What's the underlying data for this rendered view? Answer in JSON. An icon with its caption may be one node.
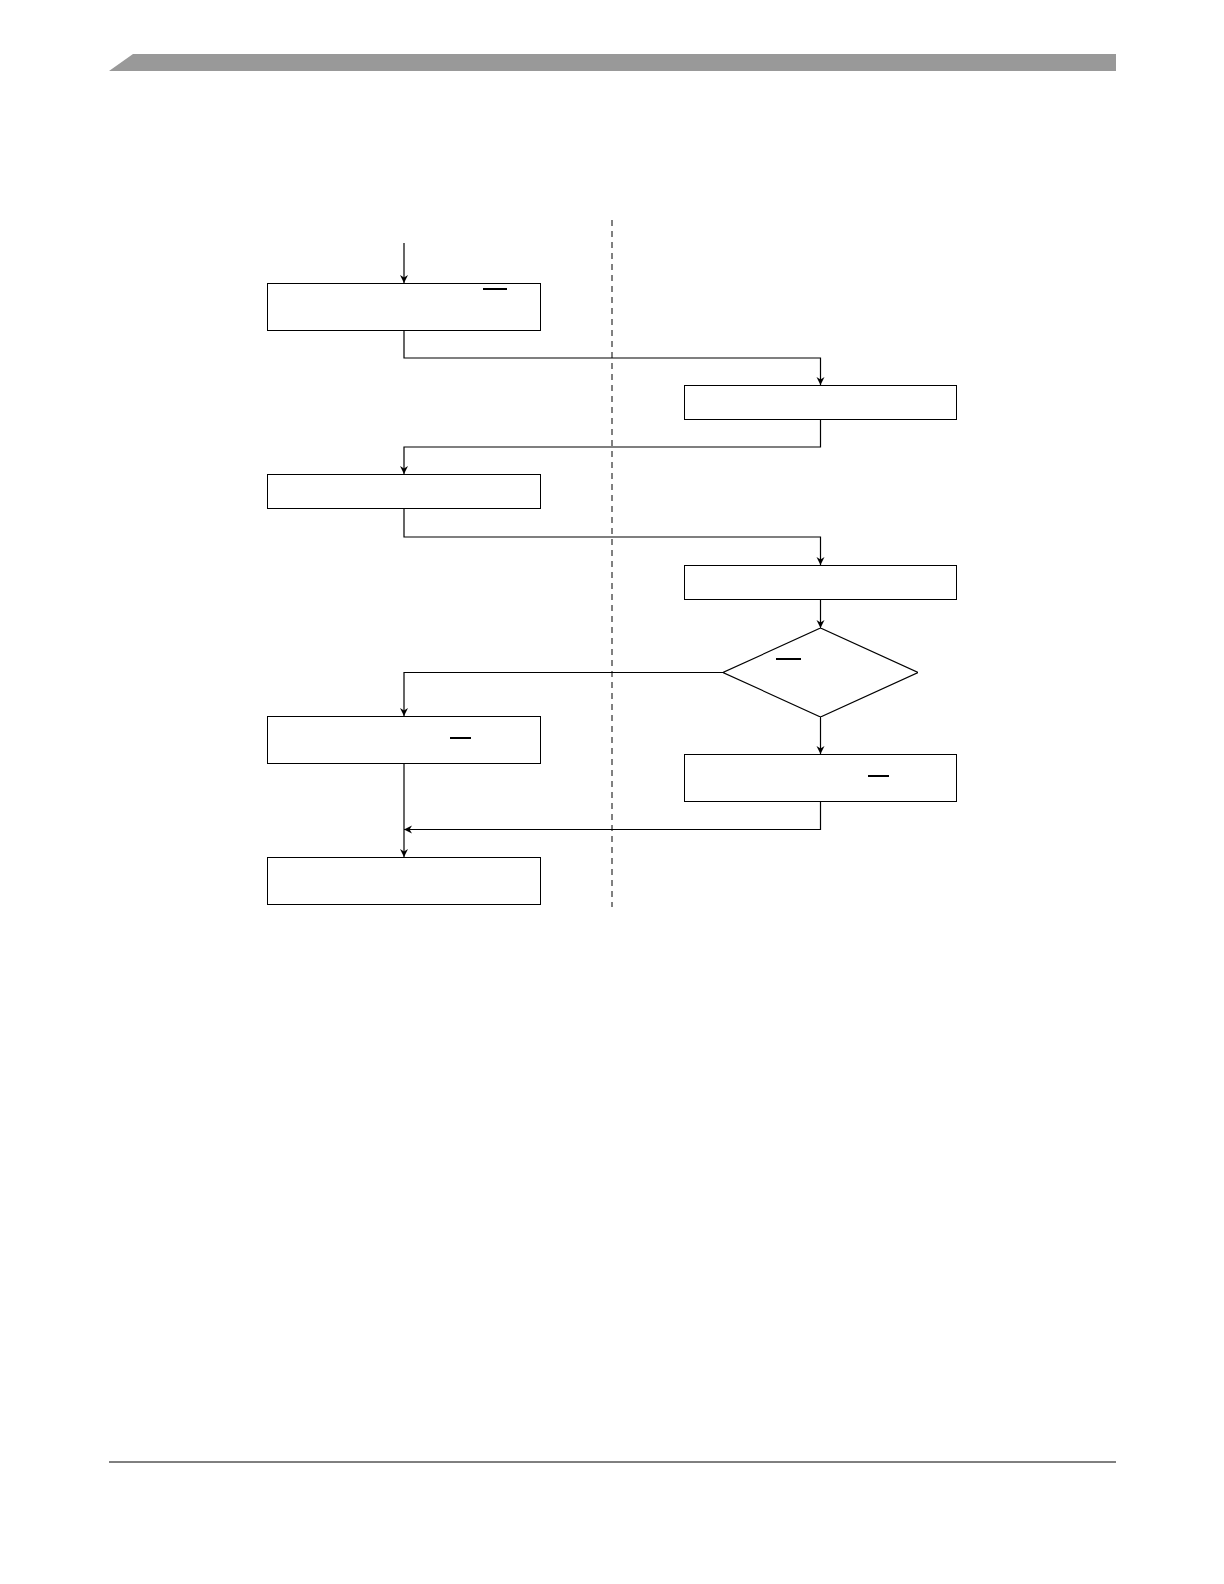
{
  "diagram": {
    "nodes": [
      {
        "text": [],
        "shape": "box"
      },
      {
        "text": [],
        "shape": "box"
      },
      {
        "text": [],
        "shape": "box"
      },
      {
        "text": [],
        "shape": "box"
      },
      {
        "text": [],
        "shape": "diamond"
      },
      {
        "text": [],
        "shape": "box"
      },
      {
        "text": [],
        "shape": "box"
      },
      {
        "text": [],
        "shape": "box"
      }
    ],
    "edges": [
      {
        "from": null,
        "to": 0,
        "arrow": "to"
      },
      {
        "from": 0,
        "to": 1,
        "arrow": "to"
      },
      {
        "from": 1,
        "to": 2,
        "arrow": "to"
      },
      {
        "from": 2,
        "to": 3,
        "arrow": "to"
      },
      {
        "from": 3,
        "to": 4,
        "arrow": "to"
      },
      {
        "from": 4,
        "to": 5,
        "arrow": "to"
      },
      {
        "from": 4,
        "to": 6,
        "arrow": "to"
      },
      {
        "from": 5,
        "to": 7,
        "arrow": "to"
      },
      {
        "from": 6,
        "to": 7,
        "arrow": "to"
      }
    ]
  }
}
